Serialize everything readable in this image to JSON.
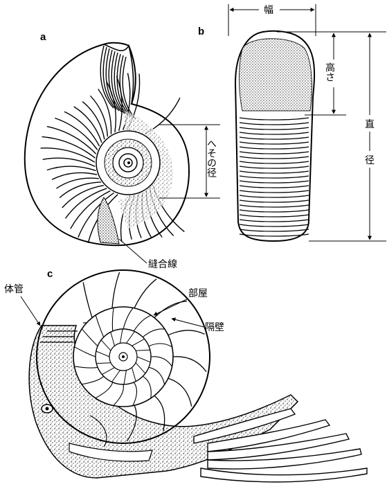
{
  "panels": {
    "a": "a",
    "b": "b",
    "c": "c"
  },
  "labels": {
    "umbilicus_diameter": "へその径",
    "suture_line": "縫合線",
    "width": "幅",
    "height": "高さ",
    "diameter_1": "直",
    "diameter_2": "径",
    "siphuncle": "体管",
    "chamber": "部屋",
    "septum": "隔壁"
  },
  "colors": {
    "ink": "#000000",
    "background": "#ffffff"
  }
}
